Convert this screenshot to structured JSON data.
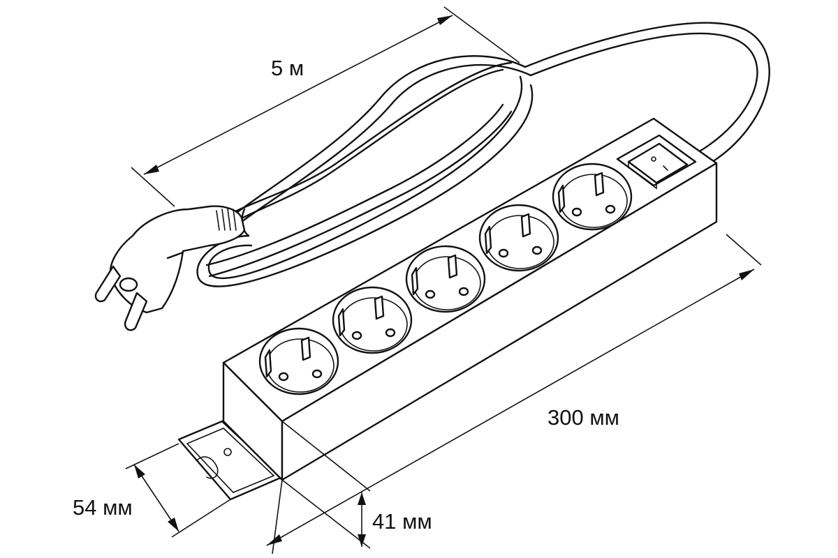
{
  "diagram": {
    "subject": "power-strip",
    "socket_count": 5,
    "dimensions": {
      "cord_length": "5 м",
      "length": "300 мм",
      "width": "54 мм",
      "height": "41 мм"
    },
    "colors": {
      "stroke": "#111111",
      "background": "#ffffff"
    }
  }
}
